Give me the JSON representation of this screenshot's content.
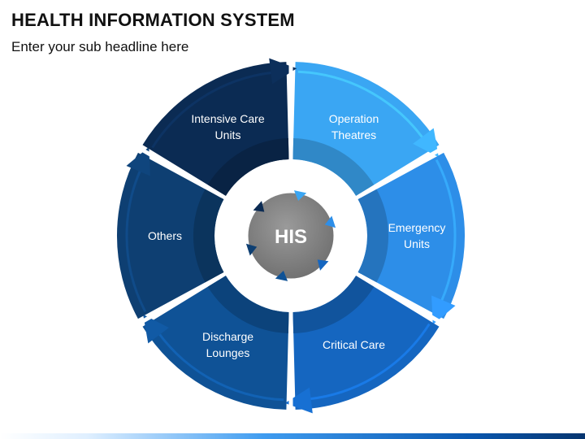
{
  "slide": {
    "title": "HEALTH INFORMATION SYSTEM",
    "subtitle": "Enter your sub headline here"
  },
  "center": {
    "label": "HIS",
    "color": "#7f7f7f"
  },
  "segments": [
    {
      "id": "operation-theatres",
      "line1": "Operation",
      "line2": "Theatres",
      "color": "#3aa6f3"
    },
    {
      "id": "emergency-units",
      "line1": "Emergency",
      "line2": "Units",
      "color": "#2d8ee8"
    },
    {
      "id": "critical-care",
      "line1": "Critical Care",
      "line2": "",
      "color": "#1566c0"
    },
    {
      "id": "discharge-lounges",
      "line1": "Discharge",
      "line2": "Lounges",
      "color": "#0f5296"
    },
    {
      "id": "others",
      "line1": "Others",
      "line2": "",
      "color": "#0e3f72"
    },
    {
      "id": "intensive-care-units",
      "line1": "Intensive Care",
      "line2": "Units",
      "color": "#0b2b53"
    }
  ]
}
